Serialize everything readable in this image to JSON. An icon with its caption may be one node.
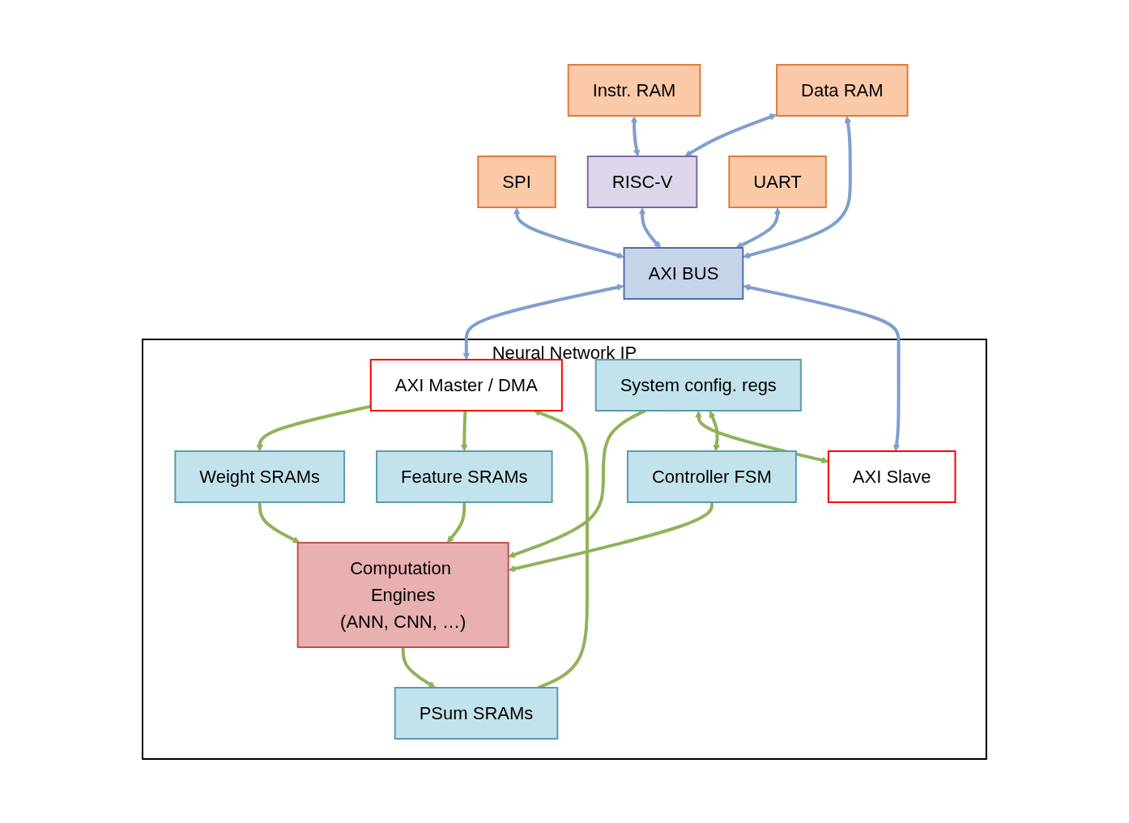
{
  "diagram": {
    "nodes": [
      {
        "text": [
          "SPI"
        ]
      },
      {
        "text": [
          "Instr. RAM"
        ]
      },
      {
        "text": [
          "Data RAM"
        ]
      },
      {
        "text": [
          "RISC-V"
        ]
      },
      {
        "text": [
          "UART"
        ]
      },
      {
        "text": [
          "AXI BUS"
        ]
      },
      {
        "text": [
          "Neural Network IP"
        ]
      },
      {
        "text": [
          "AXI Master / DMA"
        ],
        "in": 6
      },
      {
        "text": [
          "Weight SRAMs"
        ],
        "in": 6
      },
      {
        "text": [
          "Feature SRAMs"
        ],
        "in": 6
      },
      {
        "text": [
          "PSum SRAMs"
        ],
        "in": 6
      },
      {
        "text": [
          "Computation Engines",
          "(ANN, CNN, …)"
        ],
        "in": 6
      },
      {
        "text": [
          "System config. regs"
        ],
        "in": 6
      },
      {
        "text": [
          "Controller FSM"
        ],
        "in": 6
      },
      {
        "text": [
          "AXI Slave"
        ],
        "in": 6
      }
    ],
    "edges": [
      {
        "from": 1,
        "to": 3,
        "arrow": "both",
        "color": "#7f9fcf"
      },
      {
        "from": 2,
        "to": 3,
        "arrow": "both",
        "color": "#7f9fcf"
      },
      {
        "from": 0,
        "to": 5,
        "arrow": "both",
        "color": "#7f9fcf"
      },
      {
        "from": 2,
        "to": 5,
        "arrow": "both",
        "color": "#7f9fcf"
      },
      {
        "from": 3,
        "to": 5,
        "arrow": "both",
        "color": "#7f9fcf"
      },
      {
        "from": 4,
        "to": 5,
        "arrow": "both",
        "color": "#7f9fcf"
      },
      {
        "from": 5,
        "to": 7,
        "arrow": "both",
        "color": "#7f9fcf"
      },
      {
        "from": 5,
        "to": 14,
        "arrow": "both",
        "color": "#7f9fcf"
      },
      {
        "from": 7,
        "to": 8,
        "arrow": "to"
      },
      {
        "from": 7,
        "to": 9,
        "arrow": "to"
      },
      {
        "from": 10,
        "to": 7,
        "arrow": "to"
      },
      {
        "from": 8,
        "to": 11,
        "arrow": "to"
      },
      {
        "from": 9,
        "to": 11,
        "arrow": "to"
      },
      {
        "from": 11,
        "to": 10,
        "arrow": "to"
      },
      {
        "from": 12,
        "to": 11,
        "arrow": "to"
      },
      {
        "from": 12,
        "to": 14,
        "arrow": "both"
      },
      {
        "from": 12,
        "to": 13,
        "arrow": "both"
      },
      {
        "from": 13,
        "to": 11,
        "arrow": "to"
      }
    ]
  }
}
